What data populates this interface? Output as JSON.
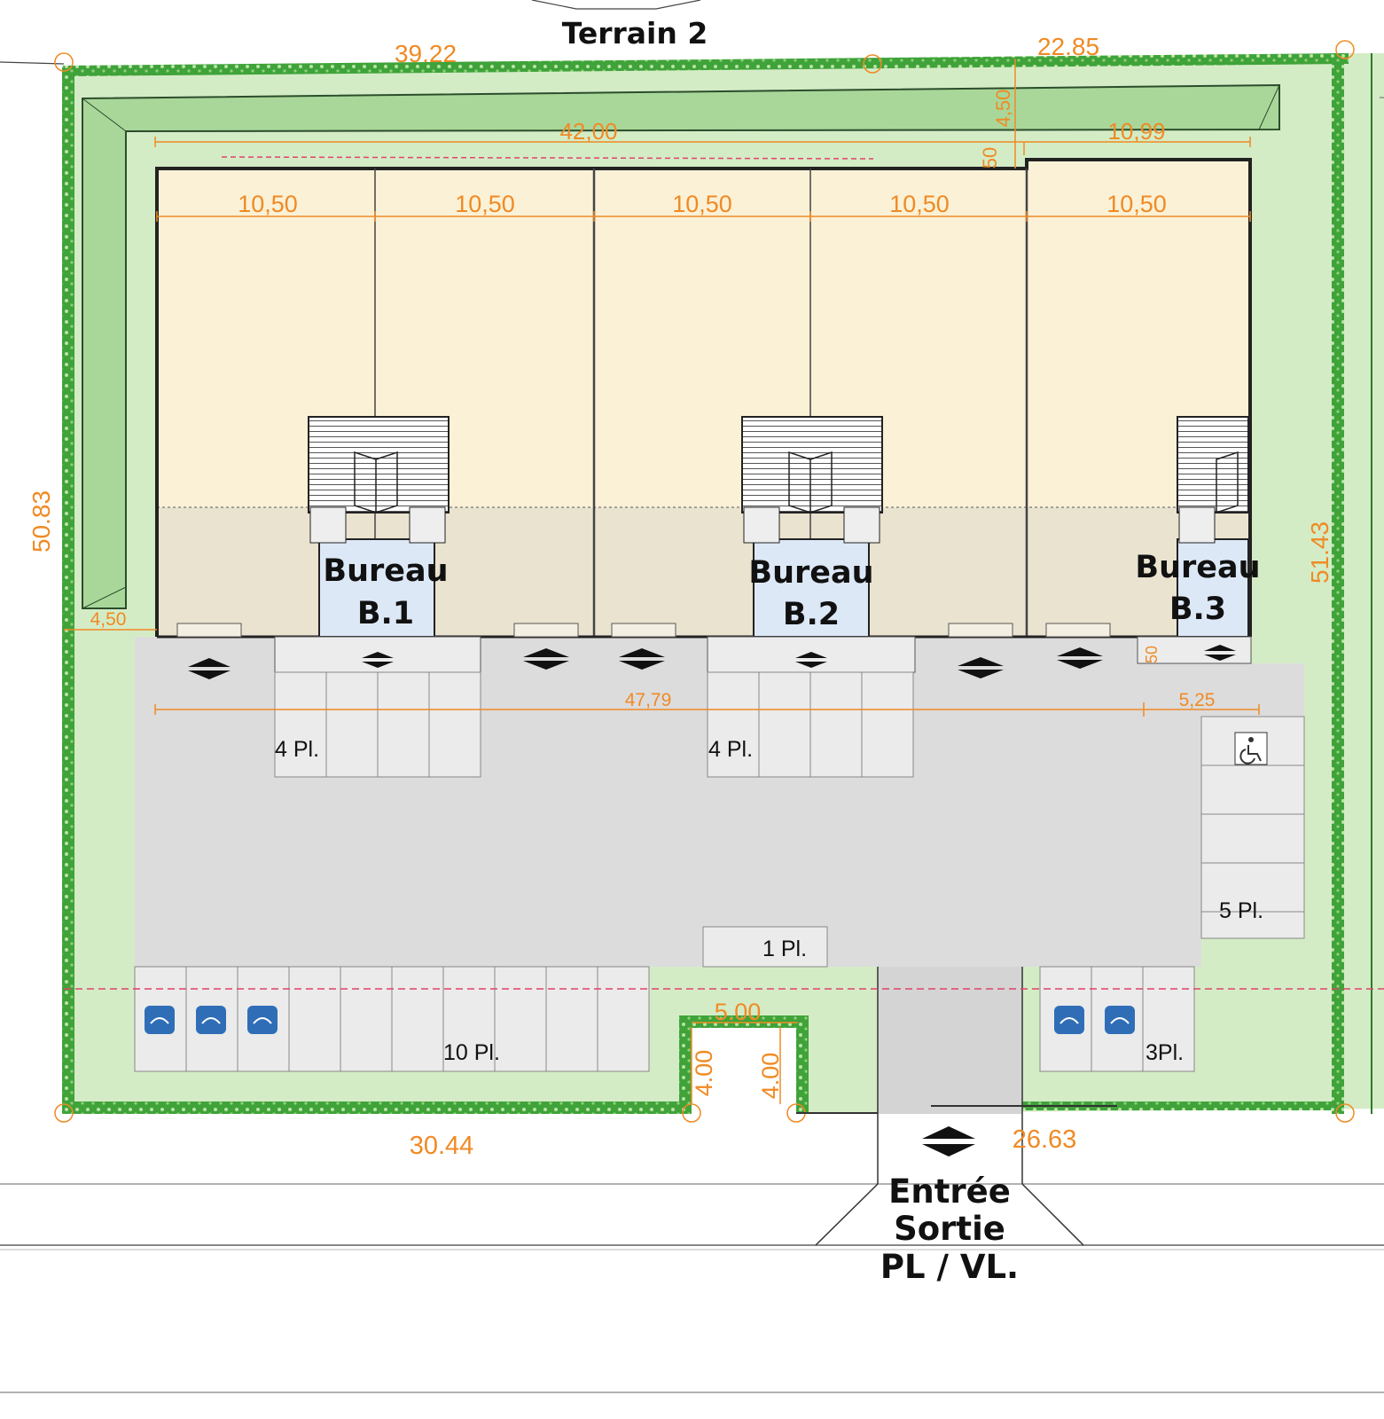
{
  "terrain_label": "Terrain 2",
  "site_dimensions": {
    "top_left": "39.22",
    "top_right": "22.85",
    "left": "50.83",
    "right": "51.43",
    "bottom_left": "30.44",
    "bottom_right": "26.63"
  },
  "building_dimensions": {
    "overall_width": "42,00",
    "annex_width": "10,99",
    "setback_top": "4,50",
    "setback_small": "50",
    "setback_left": "4,50",
    "bay_width": "10,50",
    "yard_length": "47,79",
    "yard_extra": "5,25",
    "corner_small": "50"
  },
  "offices": [
    {
      "line1": "Bureau",
      "line2": "B.1"
    },
    {
      "line1": "Bureau",
      "line2": "B.2"
    },
    {
      "line1": "Bureau",
      "line2": "B.3"
    }
  ],
  "parking": {
    "group_a": "4 Pl.",
    "group_b": "4 Pl.",
    "group_c": "5 Pl.",
    "group_d": "1 Pl.",
    "group_e": "10 Pl.",
    "group_f": "3Pl."
  },
  "entrance": {
    "width": "5.00",
    "depth_left": "4.00",
    "depth_right": "4.00",
    "line1": "Entrée",
    "line2": "Sortie",
    "line3": "PL / VL."
  },
  "colors": {
    "hedge": "#3fa33a",
    "lawn": "#d4ecc6",
    "warehouse": "#fbf1d6",
    "loading_zone": "#e9e3cf",
    "office": "#dde8f7",
    "yard": "#dcdcdc",
    "dimension": "#f08a24",
    "ev_badge": "#2f6eb7"
  }
}
